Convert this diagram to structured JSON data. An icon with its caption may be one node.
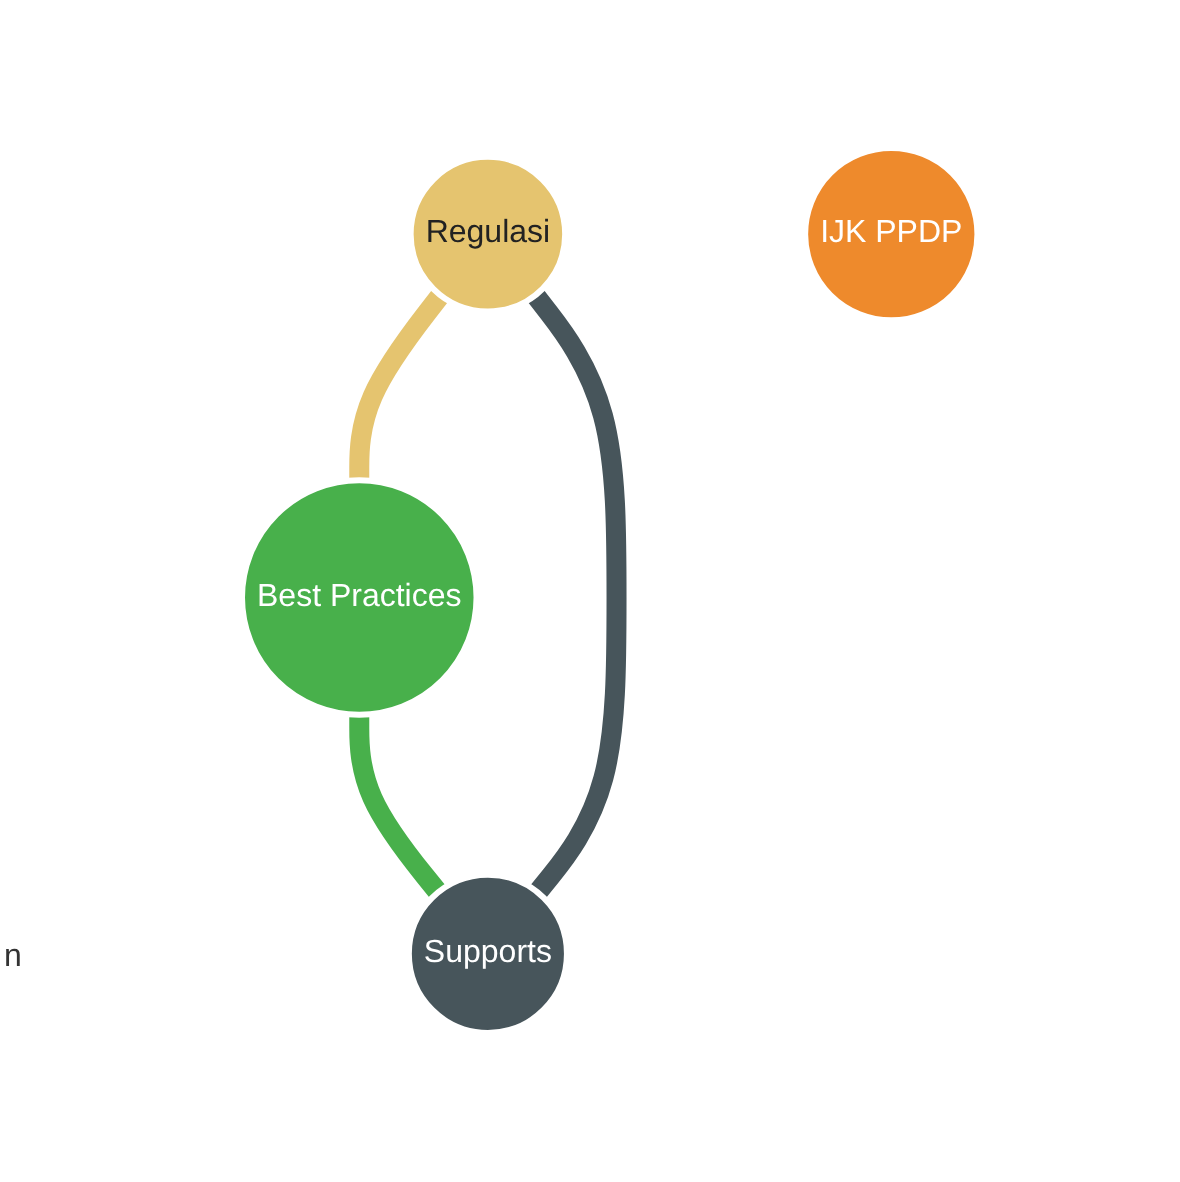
{
  "diagram": {
    "nodes": [
      {
        "text": [
          "Regulasi"
        ]
      },
      {
        "text": [
          "IJK PPDP"
        ]
      },
      {
        "text": [
          "Supports"
        ]
      },
      {
        "text": [
          "Best Practices"
        ]
      }
    ],
    "edges": [
      {
        "from": 0,
        "to": 3,
        "arrow": "none",
        "color": "#e5c46f"
      },
      {
        "from": 3,
        "to": 2,
        "arrow": "none",
        "color": "#48b04b"
      },
      {
        "from": 2,
        "to": 0,
        "arrow": "none",
        "color": "#47555b"
      }
    ],
    "labels": [
      "n"
    ]
  }
}
